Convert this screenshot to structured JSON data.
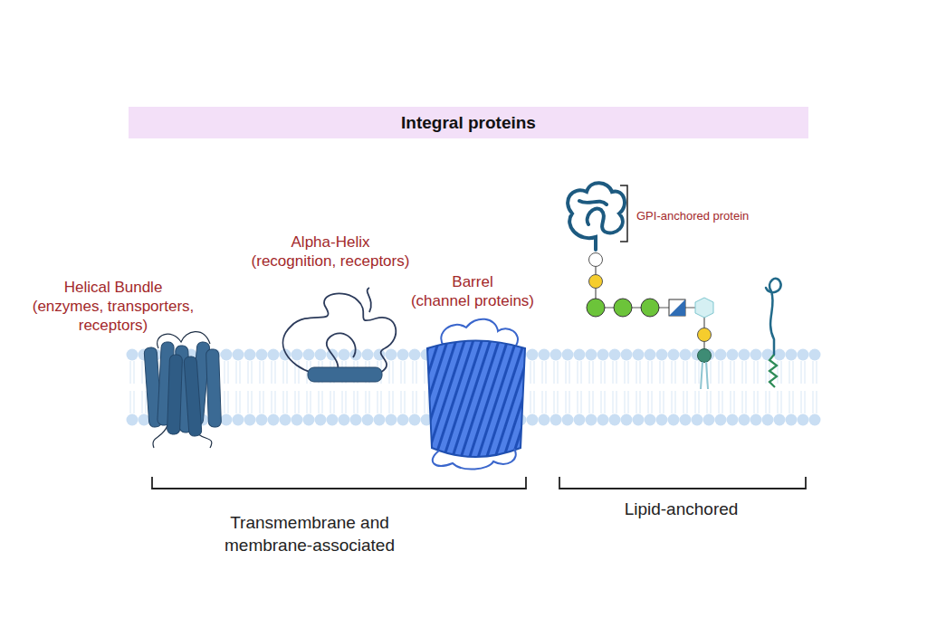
{
  "diagram": {
    "title": "Integral proteins",
    "labels": [
      "Helical Bundle",
      "(enzymes, transporters, receptors)",
      "Alpha-Helix",
      "(recognition, receptors)",
      "Barrel",
      "(channel proteins)",
      "GPI-anchored protein",
      "Transmembrane and membrane-associated",
      "Lipid-anchored"
    ]
  }
}
